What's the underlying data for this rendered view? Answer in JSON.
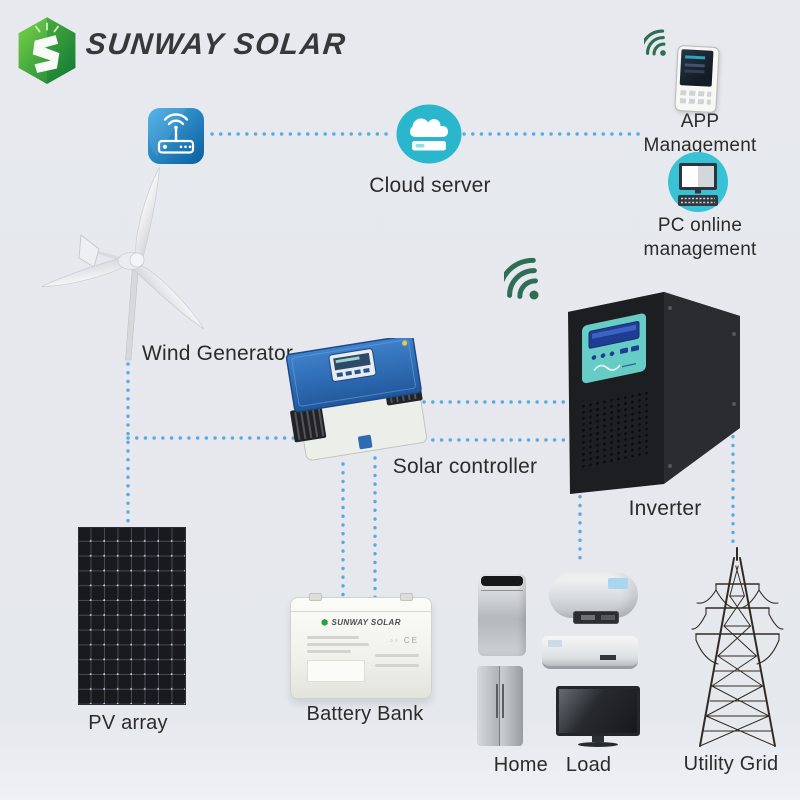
{
  "canvas": {
    "background": "#e6e9ee"
  },
  "brand": {
    "name": "SUNWAY SOLAR"
  },
  "labels": {
    "cloud_server": "Cloud server",
    "app_line1": "APP",
    "app_line2": "Management",
    "pc_line1": "PC online",
    "pc_line2": "management",
    "wind_generator": "Wind Generator",
    "solar_controller": "Solar controller",
    "inverter": "Inverter",
    "pv_array": "PV array",
    "battery_bank": "Battery Bank",
    "home_word1": "Home",
    "home_word2": "Load",
    "utility_grid": "Utility Grid"
  },
  "battery": {
    "brand_text": "SUNWAY SOLAR"
  },
  "colors": {
    "dashed_line": "#57abe3",
    "router_icon_blue": "#1a7fc4",
    "cloud_teal": "#2ab6cc",
    "pc_teal": "#38c2d5",
    "wifi_green": "#2d6e55",
    "label_text": "#2b2b2b",
    "logo_green": "#2f9e3f",
    "inverter_panel_teal": "#68ccc6",
    "controller_blue": "#2f6db5"
  },
  "icons": {
    "logo": "sunway-hexagon-logo",
    "router": "wifi-router-icon",
    "cloud": "cloud-server-icon",
    "phone": "smartphone-app-icon",
    "pc": "desktop-computer-icon",
    "wifi": "wifi-signal-icon",
    "wind": "wind-turbine-graphic",
    "controller": "charge-controller-graphic",
    "inverter": "inverter-tower-graphic",
    "pv": "solar-panel-graphic",
    "battery": "battery-graphic",
    "appliances": [
      "washing-machine",
      "water-heater",
      "air-conditioner",
      "refrigerator",
      "television"
    ],
    "tower": "transmission-tower-graphic"
  },
  "connections": [
    {
      "from": "wifi-router",
      "to": "cloud-server"
    },
    {
      "from": "cloud-server",
      "to": "app-pc-management"
    },
    {
      "from": "wind-generator",
      "to": "solar-controller"
    },
    {
      "from": "wind-generator",
      "to": "pv-array"
    },
    {
      "from": "solar-controller",
      "to": "inverter"
    },
    {
      "from": "solar-controller",
      "to": "battery-bank"
    },
    {
      "from": "inverter",
      "to": "home-load"
    },
    {
      "from": "inverter",
      "to": "utility-grid"
    }
  ]
}
